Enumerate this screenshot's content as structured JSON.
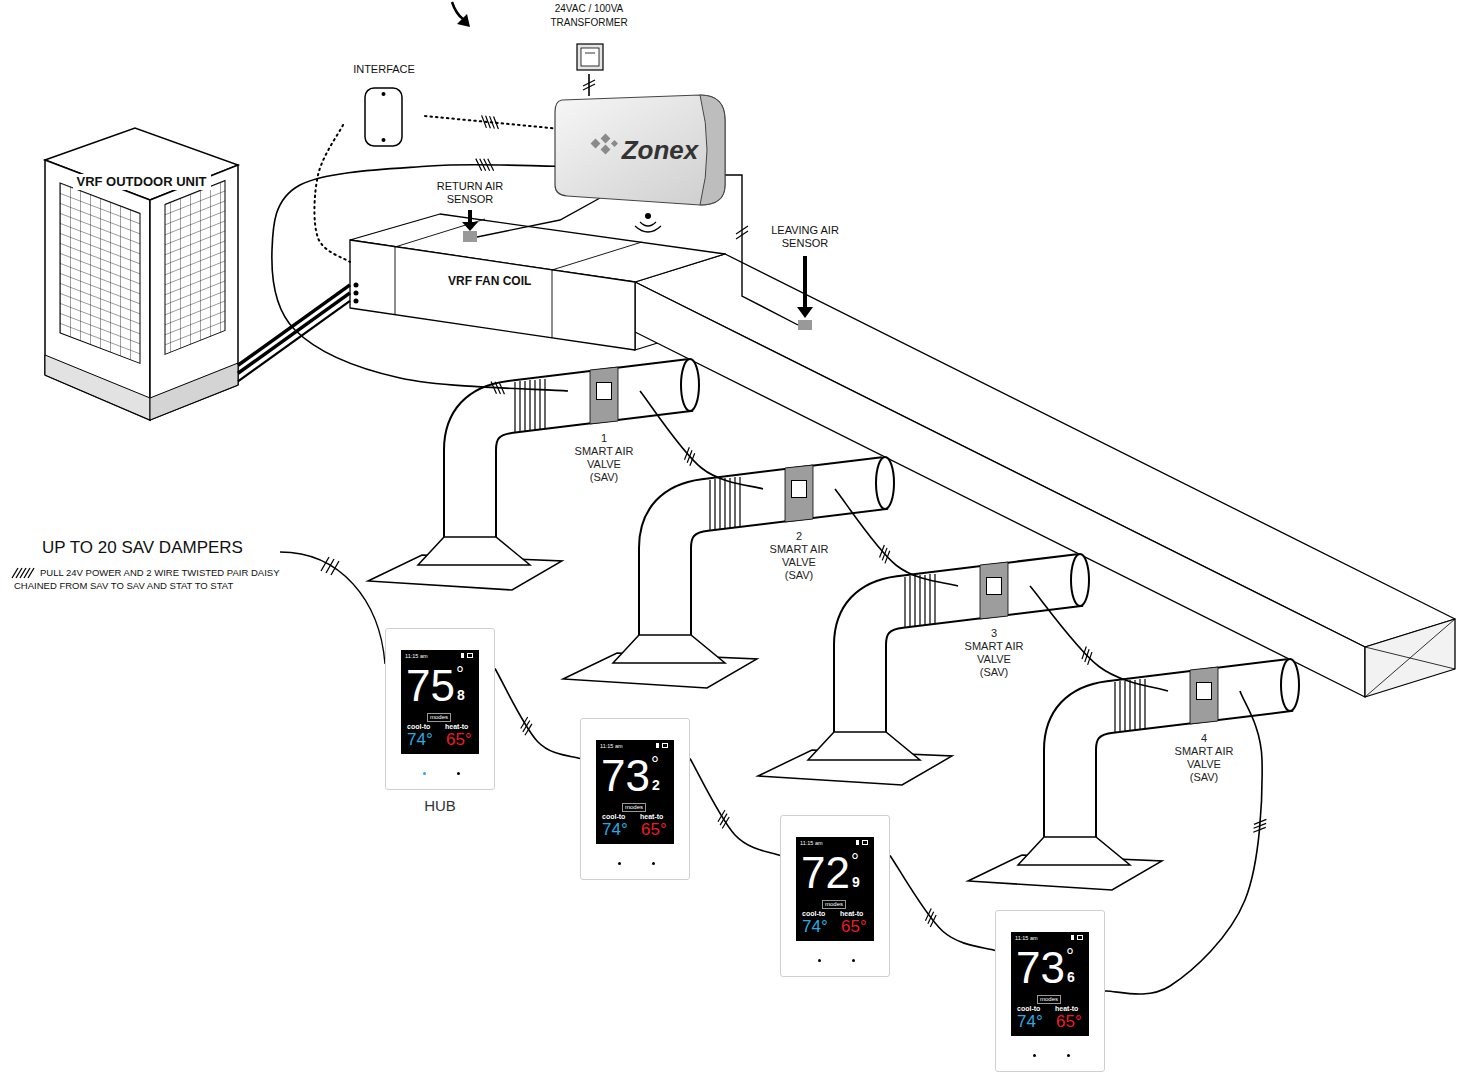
{
  "diagram": {
    "nodes": [
      {
        "text": [
          "24VAC / 100VA TRANSFORMER"
        ]
      },
      {
        "text": [
          "INTERFACE"
        ]
      },
      {
        "text": [
          "Zonex"
        ]
      },
      {
        "text": [
          "VRF OUTDOOR UNIT"
        ]
      },
      {
        "text": [
          "VRF FAN COIL"
        ]
      },
      {
        "text": [
          "1",
          "SMART AIR VALVE (SAV)"
        ]
      },
      {
        "text": [
          "2",
          "SMART AIR VALVE (SAV)"
        ]
      },
      {
        "text": [
          "3",
          "SMART AIR VALVE (SAV)"
        ]
      },
      {
        "text": [
          "4",
          "SMART AIR VALVE (SAV)"
        ]
      },
      {
        "text": [
          "11:15 am",
          "75",
          "°",
          "8",
          "modes",
          "cool-to",
          "74°",
          "heat-to",
          "65°",
          "HUB"
        ]
      },
      {
        "text": [
          "11:15 am",
          "73",
          "°",
          "2",
          "modes",
          "cool-to",
          "74°",
          "heat-to",
          "65°"
        ]
      },
      {
        "text": [
          "11:15 am",
          "72",
          "°",
          "9",
          "modes",
          "cool-to",
          "74°",
          "heat-to",
          "65°"
        ]
      },
      {
        "text": [
          "11:15 am",
          "73",
          "°",
          "6",
          "modes",
          "cool-to",
          "74°",
          "heat-to",
          "65°"
        ]
      }
    ],
    "edges": [
      {
        "from": 0,
        "to": 2,
        "arrow": "none"
      },
      {
        "from": 1,
        "to": 2,
        "arrow": "none"
      },
      {
        "from": 1,
        "to": 4,
        "arrow": "none"
      },
      {
        "from": 3,
        "to": 4,
        "arrow": "none"
      },
      {
        "from": 2,
        "to": 5,
        "arrow": "none"
      },
      {
        "from": 5,
        "to": 6,
        "arrow": "none"
      },
      {
        "from": 6,
        "to": 7,
        "arrow": "none"
      },
      {
        "from": 7,
        "to": 8,
        "arrow": "none"
      },
      {
        "from": 8,
        "to": 12,
        "arrow": "none"
      },
      {
        "from": 9,
        "to": 10,
        "arrow": "none"
      },
      {
        "from": 10,
        "to": 11,
        "arrow": "none"
      },
      {
        "from": 11,
        "to": 12,
        "arrow": "none"
      }
    ],
    "labels": [
      "RETURN AIR SENSOR",
      "LEAVING AIR SENSOR",
      "UP TO 20 SAV DAMPERS",
      "PULL 24V POWER AND 2 WIRE TWISTED PAIR DAISY CHAINED FROM SAV TO SAV AND STAT TO STAT"
    ]
  }
}
